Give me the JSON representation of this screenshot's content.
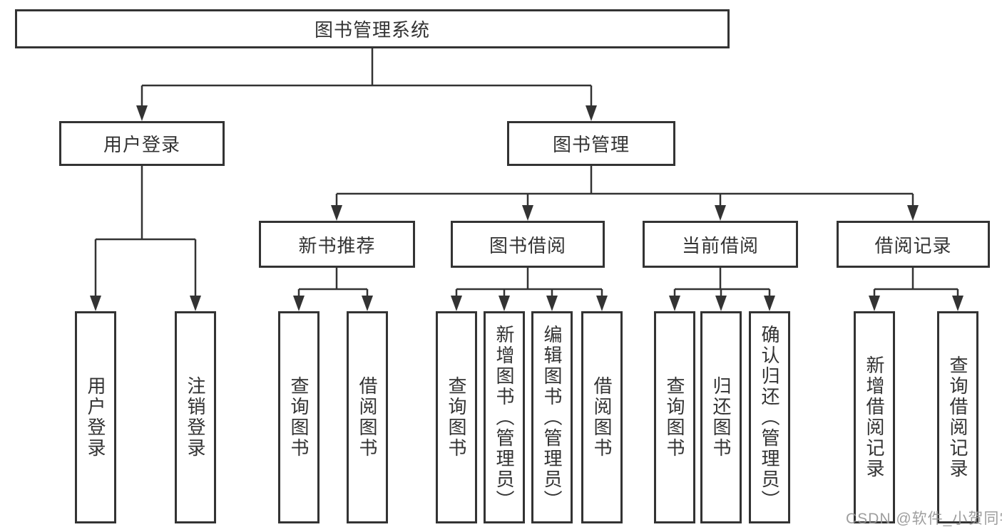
{
  "tree": {
    "root": {
      "label": "图书管理系统"
    },
    "branches": [
      {
        "label": "用户登录",
        "leaves": [
          {
            "label": "用户登录"
          },
          {
            "label": "注销登录"
          }
        ]
      },
      {
        "label": "图书管理",
        "groups": [
          {
            "label": "新书推荐",
            "leaves": [
              {
                "label": "查询图书"
              },
              {
                "label": "借阅图书"
              }
            ]
          },
          {
            "label": "图书借阅",
            "leaves": [
              {
                "label": "查询图书"
              },
              {
                "label": "新增图书（管理员）"
              },
              {
                "label": "编辑图书（管理员）"
              },
              {
                "label": "借阅图书"
              }
            ]
          },
          {
            "label": "当前借阅",
            "leaves": [
              {
                "label": "查询图书"
              },
              {
                "label": "归还图书"
              },
              {
                "label": "确认归还（管理员）"
              }
            ]
          },
          {
            "label": "借阅记录",
            "leaves": [
              {
                "label": "新增借阅记录"
              },
              {
                "label": "查询借阅记录"
              }
            ]
          }
        ]
      }
    ]
  },
  "watermark": {
    "text": "CSDN @软件_小贺同学"
  },
  "colors": {
    "line": "#333333",
    "border": "#333333",
    "text": "#333333",
    "background": "#ffffff",
    "watermark": "#949494"
  }
}
